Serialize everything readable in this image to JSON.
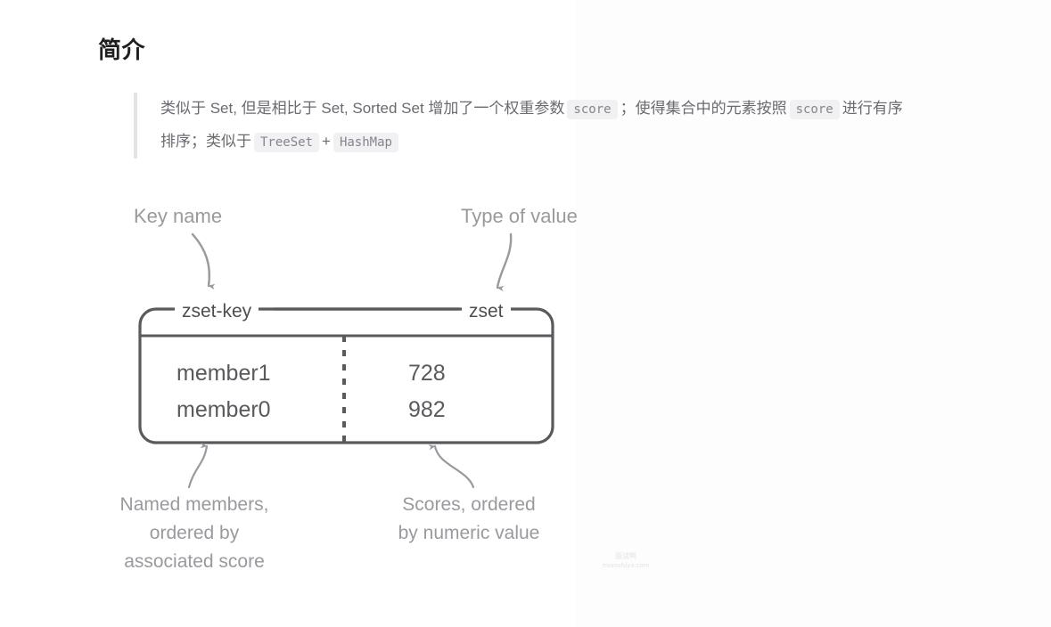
{
  "page": {
    "title": "简介",
    "background": "#ffffff"
  },
  "quote": {
    "accent_color": "#e4e4e7",
    "text_color": "#6a6a70",
    "line1": {
      "part1": "类似于 Set, 但是相比于 Set, Sorted Set 增加了一个权重参数",
      "code1": "score",
      "part2": "；使得集合中的元素按照",
      "code2": "score",
      "part3": "进行有序"
    },
    "line2": {
      "part1": "排序；类似于",
      "code1": "TreeSet",
      "part2": "+",
      "code2": "HashMap"
    }
  },
  "diagram": {
    "stroke_color": "#5a5a5e",
    "annotation_color": "#9a9a9e",
    "labels": {
      "key_name": "Key name",
      "type_of_value": "Type of value"
    },
    "box": {
      "key_title": "zset-key",
      "type_title": "zset",
      "rows": [
        {
          "member": "member1",
          "score": "728"
        },
        {
          "member": "member0",
          "score": "982"
        }
      ]
    },
    "captions": {
      "members": {
        "line1": "Named members,",
        "line2": "ordered by",
        "line3": "associated score"
      },
      "scores": {
        "line1": "Scores, ordered",
        "line2": "by numeric value"
      }
    }
  },
  "watermark": {
    "zh": "面试鸭",
    "en": "mianshiya.com"
  }
}
